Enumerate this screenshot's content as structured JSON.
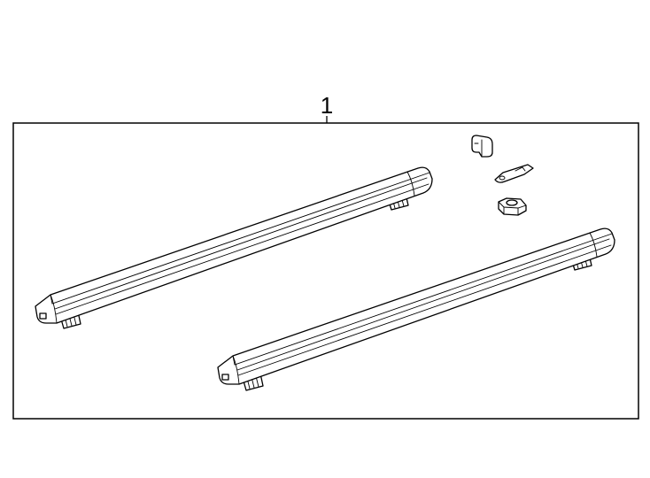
{
  "diagram": {
    "callout": {
      "label": "1"
    },
    "parts": [
      {
        "name": "crossbar-rear",
        "kind": "crossbar"
      },
      {
        "name": "crossbar-front",
        "kind": "crossbar"
      },
      {
        "name": "end-cap",
        "kind": "clip"
      },
      {
        "name": "mounting-bracket",
        "kind": "bracket"
      },
      {
        "name": "hex-nut",
        "kind": "nut"
      }
    ],
    "colors": {
      "line": "#000000",
      "fill": "#ffffff"
    }
  }
}
